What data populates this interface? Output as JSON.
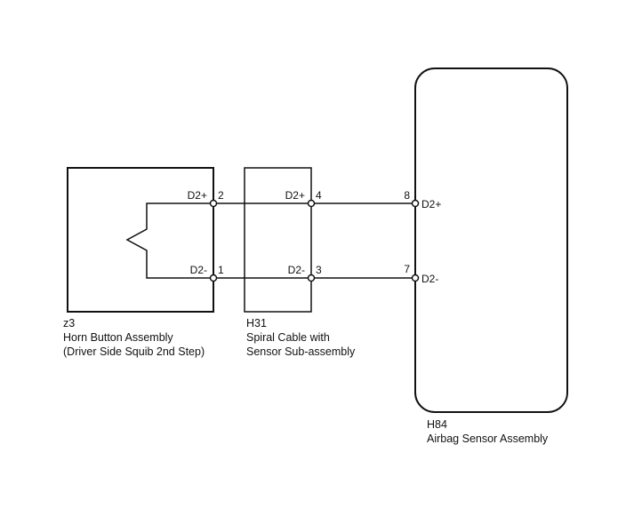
{
  "components": {
    "horn": {
      "code": "z3",
      "name": "Horn Button Assembly",
      "sub": "(Driver Side Squib 2nd Step)"
    },
    "spiral": {
      "code": "H31",
      "name": "Spiral Cable with",
      "sub": "Sensor Sub-assembly"
    },
    "airbag": {
      "code": "H84",
      "name": "Airbag Sensor Assembly"
    }
  },
  "horn_pins": {
    "top": {
      "signal": "D2+",
      "number": "2"
    },
    "bottom": {
      "signal": "D2-",
      "number": "1"
    }
  },
  "spiral_pins": {
    "top": {
      "signal": "D2+",
      "number": "4"
    },
    "bottom": {
      "signal": "D2-",
      "number": "3"
    }
  },
  "airbag_pins": {
    "top": {
      "signal": "D2+",
      "number": "8"
    },
    "bottom": {
      "signal": "D2-",
      "number": "7"
    }
  }
}
